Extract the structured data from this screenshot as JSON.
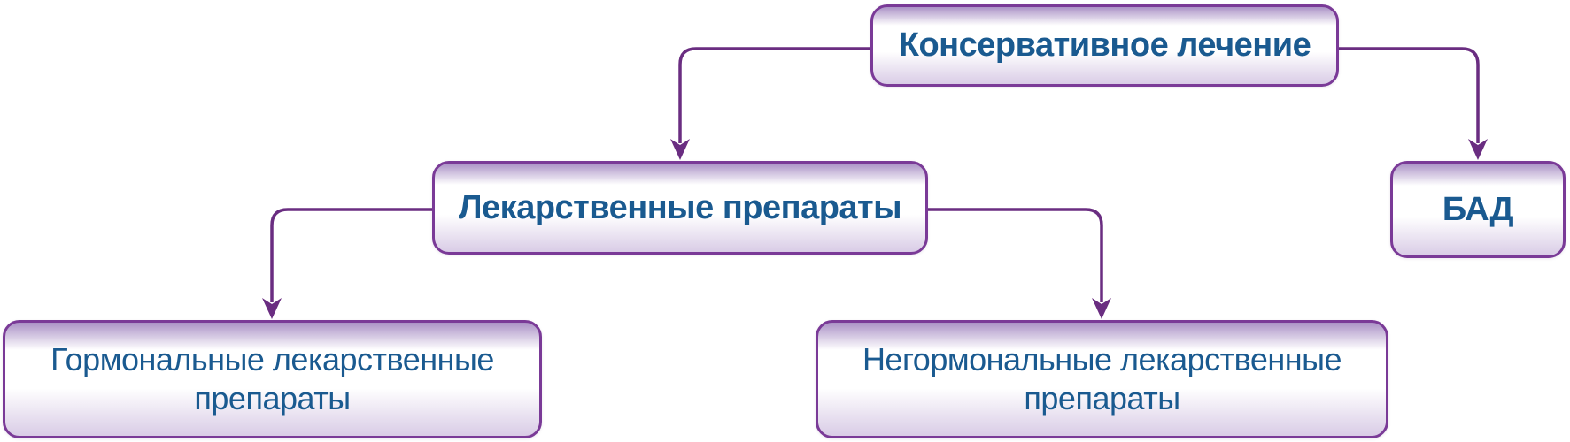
{
  "diagram": {
    "nodes": {
      "root": {
        "label": "Консервативное лечение"
      },
      "drugs": {
        "label": "Лекарственные препараты"
      },
      "bad": {
        "label": "БАД"
      },
      "hormonal": {
        "label": "Гормональные лекарственные препараты"
      },
      "nonhormonal": {
        "label": "Негормональные лекарственные препараты"
      }
    }
  },
  "colors": {
    "node_border": "#7a3a97",
    "node_fill_top": "#ab92c6",
    "node_fill_bottom": "#d9cce6",
    "node_text": "#1a5a90",
    "connector": "#6a2d81"
  }
}
